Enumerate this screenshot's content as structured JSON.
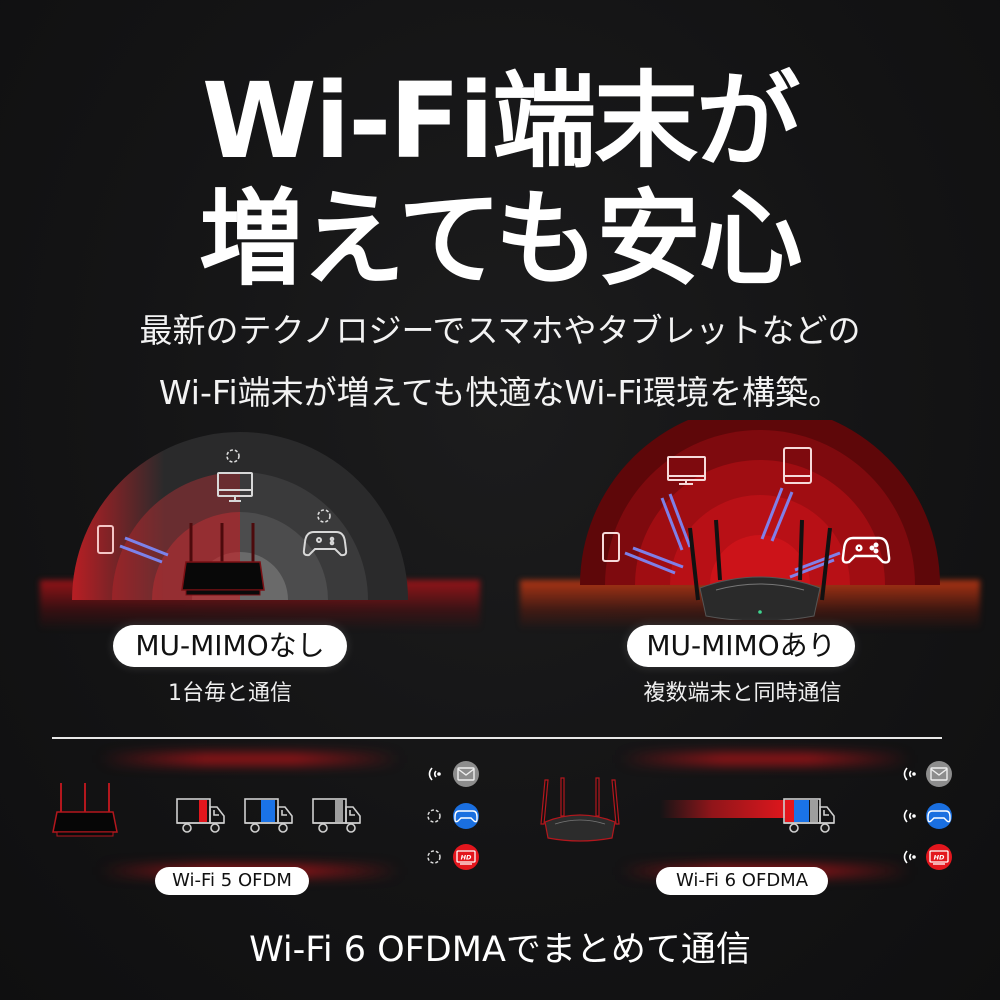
{
  "headline": {
    "line1": "Wi-Fi端末が",
    "line2": "増えても安心"
  },
  "subtitle": {
    "line1": "最新のテクノロジーでスマホやタブレットなどの",
    "line2": "Wi-Fi端末が増えても快適なWi-Fi環境を構築。"
  },
  "mu_mimo": {
    "left": {
      "label": "MU-MIMOなし",
      "caption": "1台毎と通信",
      "devices": [
        "smartphone-icon",
        "monitor-icon",
        "gamepad-icon"
      ],
      "waiting_indicators": [
        "monitor",
        "gamepad"
      ]
    },
    "right": {
      "label": "MU-MIMOあり",
      "caption": "複数端末と同時通信",
      "devices": [
        "smartphone-icon",
        "monitor-icon",
        "tablet-icon",
        "gamepad-icon"
      ]
    }
  },
  "ofdm": {
    "left": {
      "label": "Wi-Fi 5 OFDM",
      "trucks": [
        {
          "cargo_color": "#e3161d"
        },
        {
          "cargo_color": "#1a73e8"
        },
        {
          "cargo_color": "#9e9e9e"
        }
      ],
      "apps": [
        {
          "icon": "mail-icon",
          "status": "signal",
          "color": "#8d8d8d"
        },
        {
          "icon": "gamepad-icon",
          "status": "loading",
          "color": "#1a6fe0"
        },
        {
          "icon": "hd-video-icon",
          "status": "loading",
          "color": "#e3161d",
          "text": "HD"
        }
      ]
    },
    "right": {
      "label": "Wi-Fi 6 OFDMA",
      "trucks": [
        {
          "cargo_colors": [
            "#e3161d",
            "#1a73e8",
            "#9e9e9e"
          ]
        }
      ],
      "apps": [
        {
          "icon": "mail-icon",
          "status": "signal",
          "color": "#8d8d8d"
        },
        {
          "icon": "gamepad-icon",
          "status": "signal",
          "color": "#1a6fe0"
        },
        {
          "icon": "hd-video-icon",
          "status": "signal",
          "color": "#e3161d",
          "text": "HD"
        }
      ]
    }
  },
  "footer": {
    "text": "Wi-Fi 6 OFDMAでまとめて通信"
  },
  "colors": {
    "accent_red": "#e3161d",
    "accent_blue": "#1a73e8",
    "arrow_blue": "#6f8dff",
    "background": "#141415"
  }
}
